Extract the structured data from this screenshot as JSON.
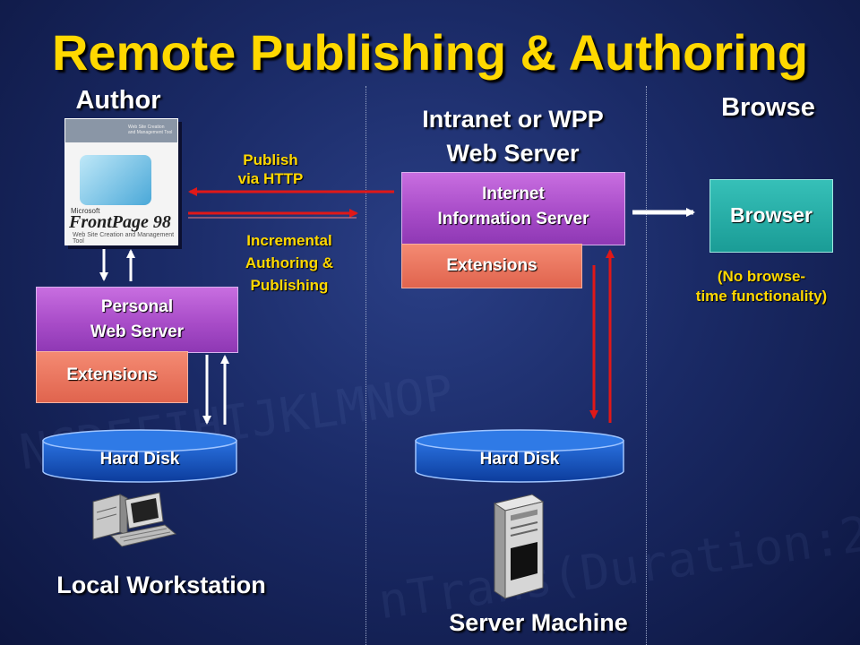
{
  "title": "Remote Publishing & Authoring",
  "columns": {
    "author": "Author",
    "server": [
      "Intranet or WPP",
      "Web Server"
    ],
    "browse": "Browse"
  },
  "labels": {
    "publish": [
      "Publish",
      "via HTTP"
    ],
    "incremental": [
      "Incremental",
      "Authoring &",
      "Publishing"
    ],
    "no_browse": [
      "(No browse-",
      "time functionality)"
    ],
    "local_workstation": "Local Workstation",
    "server_machine": "Server Machine"
  },
  "boxes": {
    "iis": [
      "Internet",
      "Information Server"
    ],
    "iis_extensions": "Extensions",
    "pws": [
      "Personal",
      "Web Server"
    ],
    "pws_extensions": "Extensions",
    "browser": "Browser",
    "hard_disk_left": "Hard Disk",
    "hard_disk_right": "Hard Disk"
  },
  "product": {
    "brand": "FrontPage 98",
    "maker": "Microsoft",
    "subtitle": "Web Site Creation and Management Tool"
  },
  "colors": {
    "title": "#ffd800",
    "server_box": "#a84cc8",
    "extensions_box": "#e8705a",
    "browser_box": "#22a8a0",
    "disk": "#1450b8",
    "arrow_red": "#e01818"
  }
}
